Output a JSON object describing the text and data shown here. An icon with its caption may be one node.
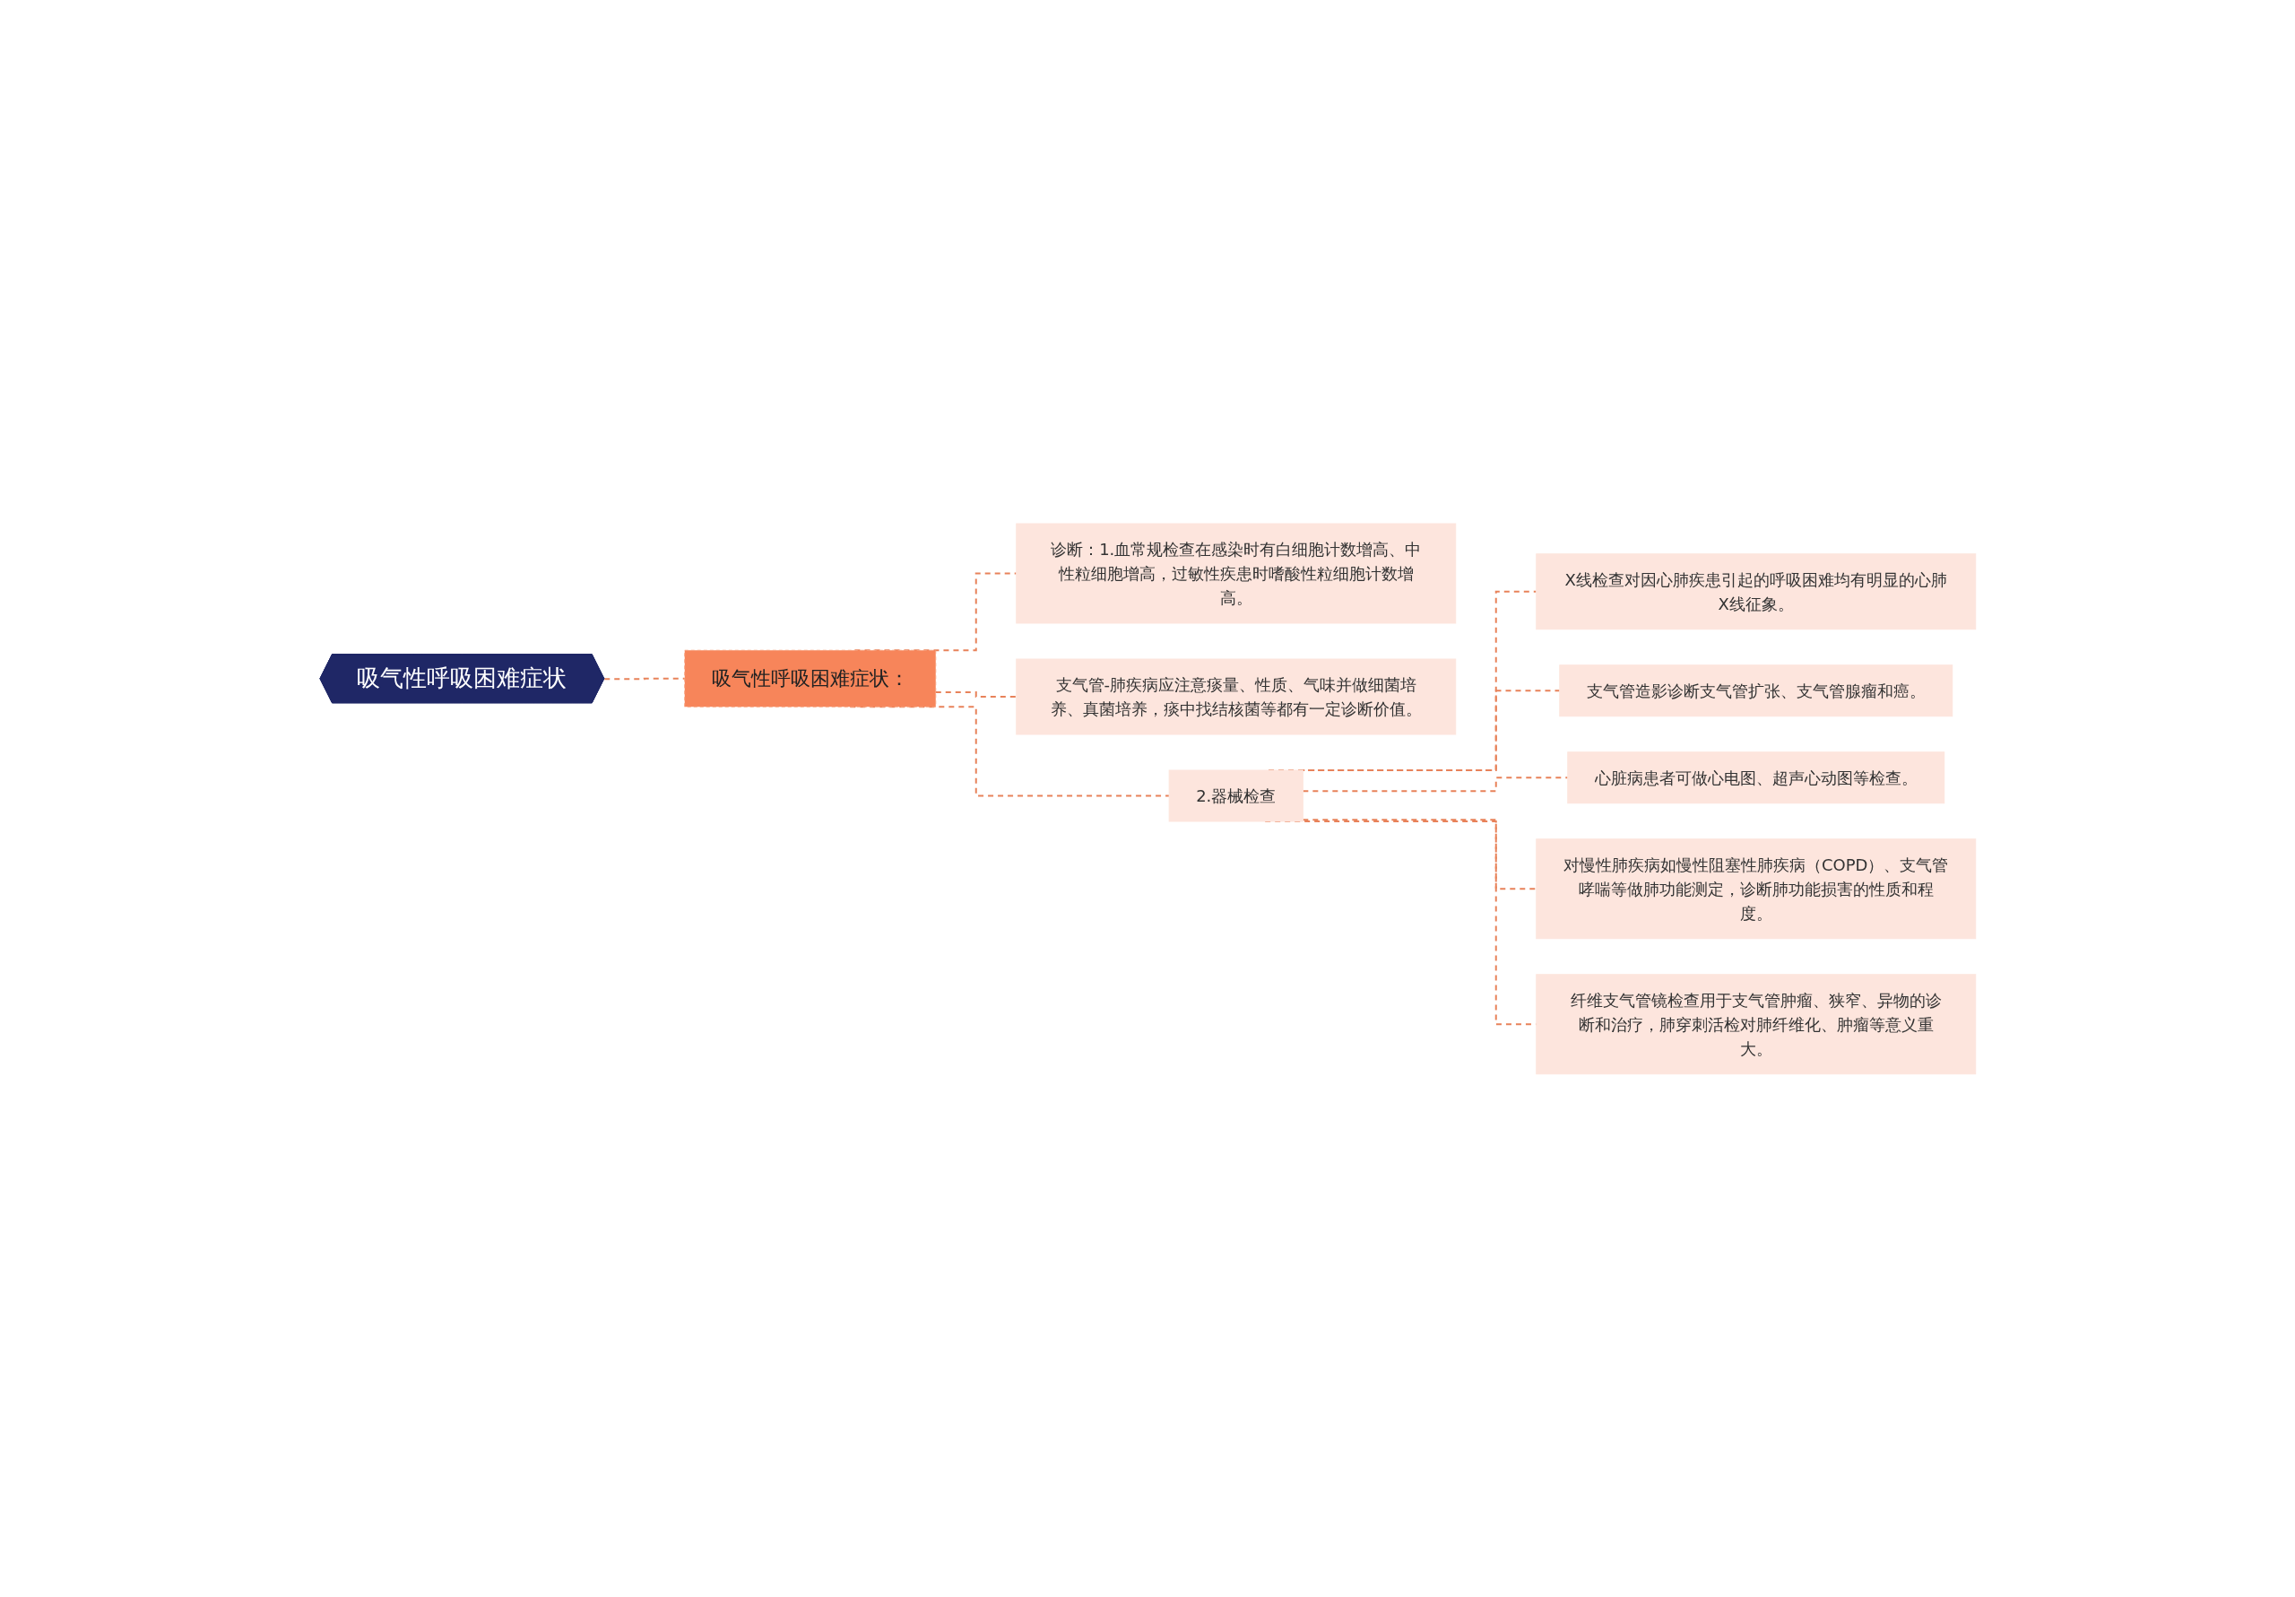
{
  "diagram": {
    "nodes": [
      {
        "text": [
          "吸气性呼吸困难症状"
        ]
      },
      {
        "text": [
          "吸气性呼吸困难症状："
        ]
      },
      {
        "text": [
          "诊断：1.血常规检查在感染时有白细胞计数增高、中性粒细胞增高，过敏性疾患时嗜酸性粒细胞计数增高。"
        ]
      },
      {
        "text": [
          "支气管-肺疾病应注意痰量、性质、气味并做细菌培养、真菌培养，痰中找结核菌等都有一定诊断价值。"
        ]
      },
      {
        "text": [
          "2.器械检查"
        ]
      },
      {
        "text": [
          "X线检查对因心肺疾患引起的呼吸困难均有明显的心肺X线征象。"
        ]
      },
      {
        "text": [
          "支气管造影诊断支气管扩张、支气管腺瘤和癌。"
        ]
      },
      {
        "text": [
          "心脏病患者可做心电图、超声心动图等检查。"
        ]
      },
      {
        "text": [
          "对慢性肺疾病如慢性阻塞性肺疾病（COPD）、支气管哮喘等做肺功能测定，诊断肺功能损害的性质和程度。"
        ]
      },
      {
        "text": [
          "纤维支气管镜检查用于支气管肿瘤、狭窄、异物的诊断和治疗，肺穿刺活检对肺纤维化、肿瘤等意义重大。"
        ]
      }
    ],
    "edges": [
      {
        "from": 0,
        "to": 1,
        "arrow": "none",
        "style": "dashed"
      },
      {
        "from": 1,
        "to": 2,
        "arrow": "none",
        "style": "dashed"
      },
      {
        "from": 1,
        "to": 3,
        "arrow": "none",
        "style": "dashed"
      },
      {
        "from": 1,
        "to": 4,
        "arrow": "none",
        "style": "dashed"
      },
      {
        "from": 4,
        "to": 5,
        "arrow": "none",
        "style": "dashed"
      },
      {
        "from": 4,
        "to": 6,
        "arrow": "none",
        "style": "dashed"
      },
      {
        "from": 4,
        "to": 7,
        "arrow": "none",
        "style": "dashed"
      },
      {
        "from": 4,
        "to": 8,
        "arrow": "none",
        "style": "dashed"
      },
      {
        "from": 4,
        "to": 9,
        "arrow": "none",
        "style": "dashed"
      }
    ]
  }
}
